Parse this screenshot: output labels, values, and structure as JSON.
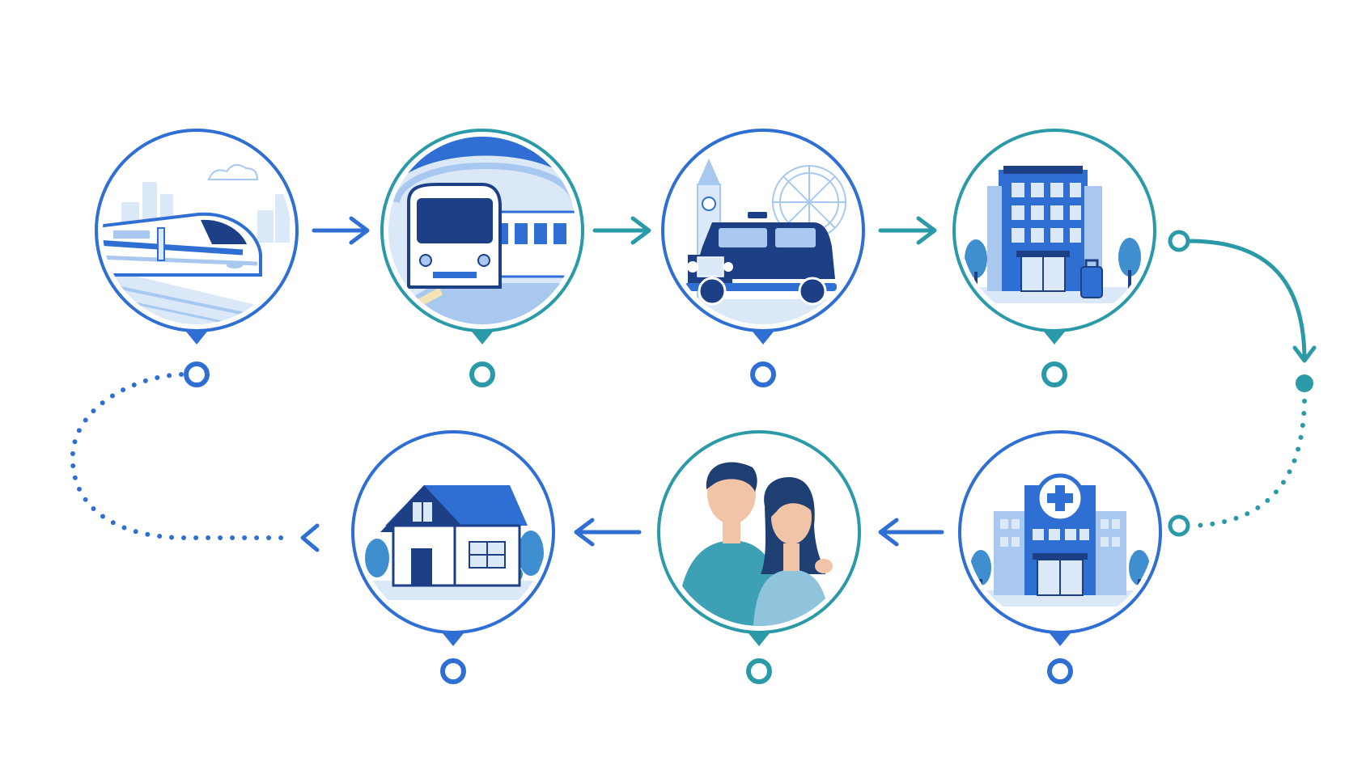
{
  "colors": {
    "blue": "#2f6fd4",
    "teal": "#2b9aa8",
    "navy": "#1d3f86",
    "light_blue": "#a9c8f0",
    "pale_blue": "#dbe8f8",
    "skin": "#f2c4a7",
    "shirt_teal": "#3ea0b5",
    "shirt_light": "#8fc4dc",
    "hair": "#1f3f73",
    "tree": "#3f8fd0"
  },
  "steps": [
    {
      "id": "step-high-speed-train",
      "icon": "high-speed-train-icon",
      "ring": "blue"
    },
    {
      "id": "step-metro-train",
      "icon": "metro-train-icon",
      "ring": "teal"
    },
    {
      "id": "step-london-taxi",
      "icon": "london-taxi-icon",
      "ring": "blue"
    },
    {
      "id": "step-hotel",
      "icon": "hotel-building-icon",
      "ring": "teal"
    },
    {
      "id": "step-hospital",
      "icon": "hospital-building-icon",
      "ring": "blue"
    },
    {
      "id": "step-couple",
      "icon": "couple-icon",
      "ring": "teal"
    },
    {
      "id": "step-home",
      "icon": "house-icon",
      "ring": "blue"
    }
  ],
  "connectors": [
    {
      "id": "arrow-train-to-metro",
      "direction": "right",
      "color": "blue"
    },
    {
      "id": "arrow-metro-to-taxi",
      "direction": "right",
      "color": "teal"
    },
    {
      "id": "arrow-taxi-to-hotel",
      "direction": "right",
      "color": "teal"
    },
    {
      "id": "curve-hotel-to-hospital",
      "style": "solid-then-dotted",
      "color": "teal"
    },
    {
      "id": "arrow-hospital-to-couple",
      "direction": "left",
      "color": "blue"
    },
    {
      "id": "arrow-couple-to-home",
      "direction": "left",
      "color": "blue"
    },
    {
      "id": "loop-home-to-train",
      "style": "dotted",
      "color": "blue"
    }
  ]
}
